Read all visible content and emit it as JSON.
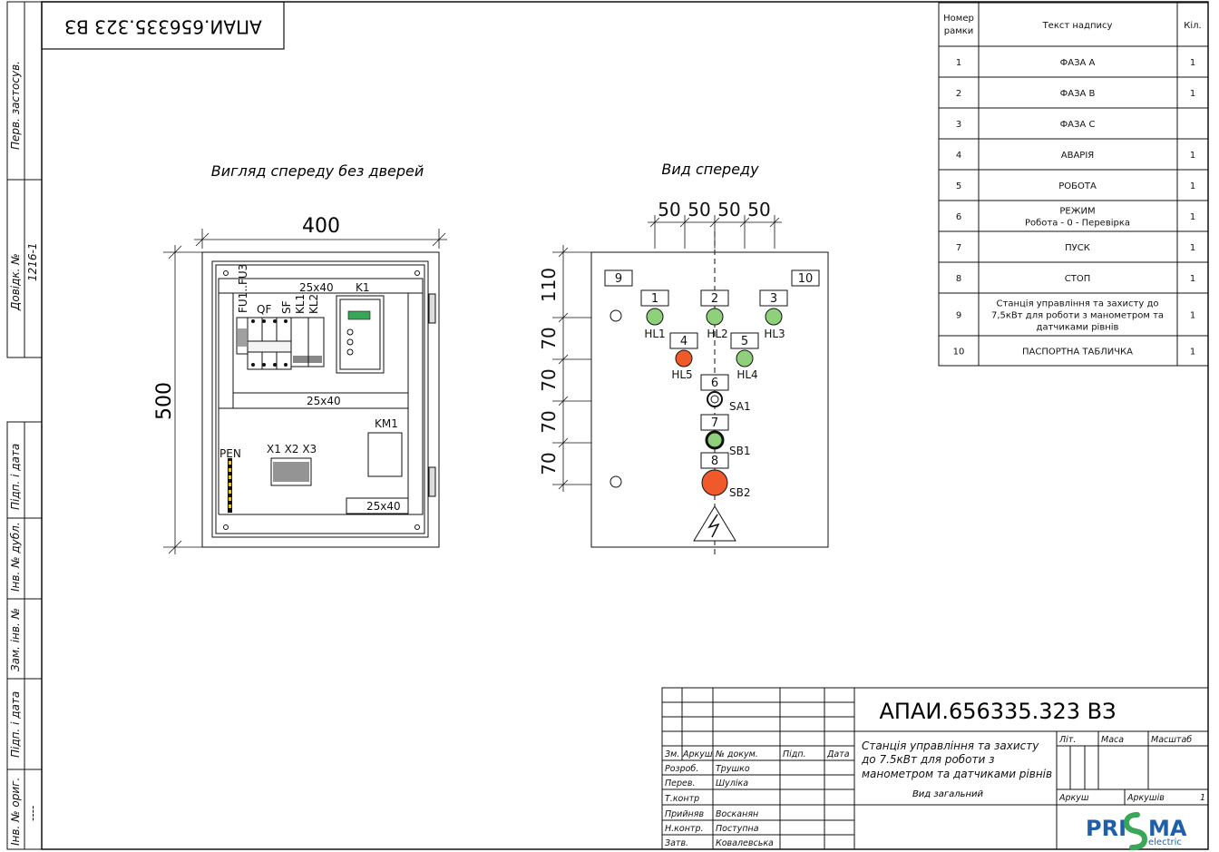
{
  "drawing": {
    "code": "АПАИ.656335.323 ВЗ",
    "code_mirrored": "АПАИ.656335.323 ВЗ",
    "title_lines": [
      "Станція управління та захисту",
      "до 7.5кВт для роботи з",
      "манометром та датчиками рівнів"
    ],
    "view_name": "Вид загальний"
  },
  "left_strip": {
    "labels": [
      "Перв. застосув.",
      "Довідк. №",
      "Підп. і дата",
      "Інв. № дубл.",
      "Зам. інв. №",
      "Підп. і дата",
      "Інв. № ориг."
    ],
    "dovidk_value": "1216-1",
    "inv_value": "----"
  },
  "view_left": {
    "caption": "Вигляд спереду без дверей",
    "width_dim": "400",
    "height_dim": "500",
    "labels": {
      "fu": "FU1..FU3",
      "qf": "QF",
      "sf": "SF",
      "kl1": "KL1",
      "kl2": "KL2",
      "k1": "K1",
      "duct_top": "25x40",
      "duct_mid": "25x40",
      "duct_bottom": "25x40",
      "km1": "KM1",
      "pen": "PEN",
      "x": "X1 X2 X3"
    }
  },
  "view_right": {
    "caption": "Вид спереду",
    "top_dims": [
      "50",
      "50",
      "50",
      "50"
    ],
    "left_dims": [
      "110",
      "70",
      "70",
      "70",
      "70"
    ],
    "frames": [
      "1",
      "2",
      "3",
      "4",
      "5",
      "6",
      "7",
      "8",
      "9",
      "10"
    ],
    "lamps": [
      "HL1",
      "HL2",
      "HL3",
      "HL5",
      "HL4"
    ],
    "switches": [
      "SA1",
      "SB1",
      "SB2"
    ]
  },
  "inscriptions": {
    "headers": [
      "Номер рамки",
      "Текст надпису",
      "Кіл."
    ],
    "rows": [
      {
        "num": "1",
        "text": "ФАЗА А",
        "qty": "1"
      },
      {
        "num": "2",
        "text": "ФАЗА В",
        "qty": "1"
      },
      {
        "num": "3",
        "text": "ФАЗА С",
        "qty": ""
      },
      {
        "num": "4",
        "text": "АВАРІЯ",
        "qty": "1"
      },
      {
        "num": "5",
        "text": "РОБОТА",
        "qty": "1"
      },
      {
        "num": "6",
        "text": "РЕЖИМ\nРобота - 0 - Перевірка",
        "qty": "1"
      },
      {
        "num": "7",
        "text": "ПУСК",
        "qty": "1"
      },
      {
        "num": "8",
        "text": "СТОП",
        "qty": "1"
      },
      {
        "num": "9",
        "text": "Станція управління та захисту до\n7,5кВт для роботи з манометром та\nдатчиками рівнів",
        "qty": "1"
      },
      {
        "num": "10",
        "text": "ПАСПОРТНА ТАБЛИЧКА",
        "qty": "1"
      }
    ]
  },
  "title_block": {
    "col_headers": [
      "Зм.",
      "Аркуш",
      "№ докум.",
      "Підп.",
      "Дата"
    ],
    "people": [
      {
        "role": "Розроб.",
        "name": "Трушко"
      },
      {
        "role": "Перев.",
        "name": "Шуліка"
      },
      {
        "role": "Т.контр",
        "name": ""
      },
      {
        "role": "Прийняв",
        "name": "Восканян"
      },
      {
        "role": "Н.контр.",
        "name": "Поступна"
      },
      {
        "role": "Затв.",
        "name": "Ковалевська"
      }
    ],
    "lit": "Літ.",
    "mass": "Маса",
    "scale": "Масштаб",
    "sheet": "Аркуш",
    "sheets": "Аркушів",
    "sheets_value": "1",
    "logo_left": "PRI",
    "logo_right": "MA",
    "logo_sub": "electric"
  },
  "colors": {
    "green": "#8fd17a",
    "red": "#f05a2a",
    "logo_blue": "#1f5fa8",
    "logo_green": "#3aa657",
    "lcd": "#3aa657"
  }
}
